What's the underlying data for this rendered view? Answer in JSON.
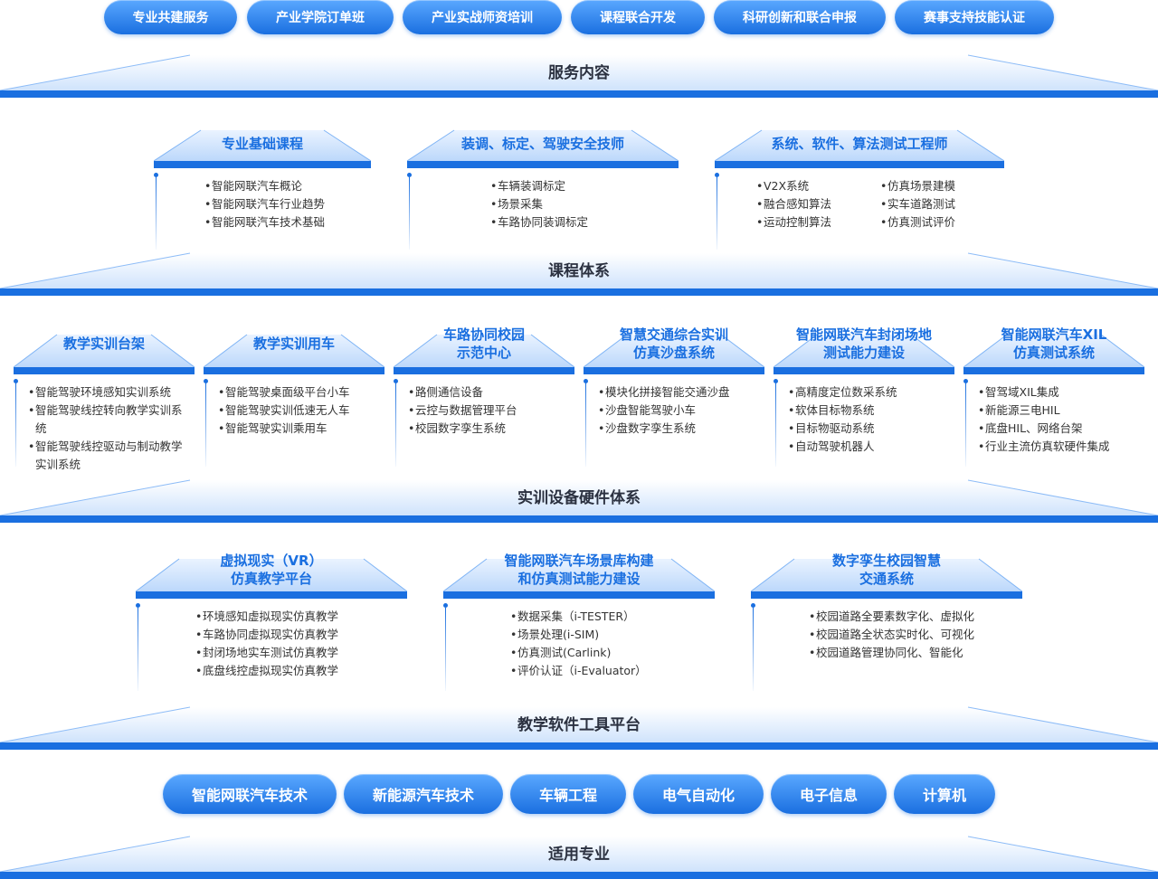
{
  "service_pills": [
    "专业共建服务",
    "产业学院订单班",
    "产业实战师资培训",
    "课程联合开发",
    "科研创新和联合申报",
    "赛事支持技能认证"
  ],
  "band1": "服务内容",
  "course_cards": [
    {
      "title_lines": [
        "专业基础课程"
      ],
      "items_a": [
        "智能网联汽车概论",
        "智能网联汽车行业趋势",
        "智能网联汽车技术基础"
      ],
      "items_b": []
    },
    {
      "title_lines": [
        "装调、标定、驾驶安全技师"
      ],
      "items_a": [
        "车辆装调标定",
        "场景采集",
        "车路协同装调标定"
      ],
      "items_b": []
    },
    {
      "title_lines": [
        "系统、软件、算法测试工程师"
      ],
      "items_a": [
        "V2X系统",
        "融合感知算法",
        "运动控制算法"
      ],
      "items_b": [
        "仿真场景建模",
        "实车道路测试",
        "仿真测试评价"
      ]
    }
  ],
  "band2": "课程体系",
  "hardware_cards": [
    {
      "title_lines": [
        "教学实训台架"
      ],
      "items_a": [
        "智能驾驶环境感知实训系统",
        "智能驾驶线控转向教学实训系统",
        "智能驾驶线控驱动与制动教学实训系统"
      ],
      "items_b": []
    },
    {
      "title_lines": [
        "教学实训用车"
      ],
      "items_a": [
        "智能驾驶桌面级平台小车",
        "智能驾驶实训低速无人车",
        "智能驾驶实训乘用车"
      ],
      "items_b": []
    },
    {
      "title_lines": [
        "车路协同校园",
        "示范中心"
      ],
      "items_a": [
        "路侧通信设备",
        "云控与数据管理平台",
        "校园数字孪生系统"
      ],
      "items_b": []
    },
    {
      "title_lines": [
        "智慧交通综合实训",
        "仿真沙盘系统"
      ],
      "items_a": [
        "模块化拼接智能交通沙盘",
        "沙盘智能驾驶小车",
        "沙盘数字孪生系统"
      ],
      "items_b": []
    },
    {
      "title_lines": [
        "智能网联汽车封闭场地",
        "测试能力建设"
      ],
      "items_a": [
        "高精度定位数采系统",
        "软体目标物系统",
        "目标物驱动系统",
        "自动驾驶机器人"
      ],
      "items_b": []
    },
    {
      "title_lines": [
        "智能网联汽车XIL",
        "仿真测试系统"
      ],
      "items_a": [
        "智驾域XIL集成",
        "新能源三电HIL",
        "底盘HIL、网络台架",
        "行业主流仿真软硬件集成"
      ],
      "items_b": []
    }
  ],
  "band3": "实训设备硬件体系",
  "software_cards": [
    {
      "title_lines": [
        "虚拟现实（VR）",
        "仿真教学平台"
      ],
      "items_a": [
        "环境感知虚拟现实仿真教学",
        "车路协同虚拟现实仿真教学",
        "封闭场地实车测试仿真教学",
        "底盘线控虚拟现实仿真教学"
      ],
      "items_b": []
    },
    {
      "title_lines": [
        "智能网联汽车场景库构建",
        "和仿真测试能力建设"
      ],
      "items_a": [
        "数据采集（i-TESTER）",
        "场景处理(i-SIM)",
        "仿真测试(Carlink)",
        "评价认证（i-Evaluator）"
      ],
      "items_b": []
    },
    {
      "title_lines": [
        "数字孪生校园智慧",
        "交通系统"
      ],
      "items_a": [
        "校园道路全要素数字化、虚拟化",
        "校园道路全状态实时化、可视化",
        "校园道路管理协同化、智能化"
      ],
      "items_b": []
    }
  ],
  "band4": "教学软件工具平台",
  "major_pills": [
    "智能网联汽车技术",
    "新能源汽车技术",
    "车辆工程",
    "电气自动化",
    "电子信息",
    "计算机"
  ],
  "band5": "适用专业",
  "colors": {
    "primary": "#1a6fe0",
    "light": "#5aa8ff",
    "title": "#2b3140"
  }
}
